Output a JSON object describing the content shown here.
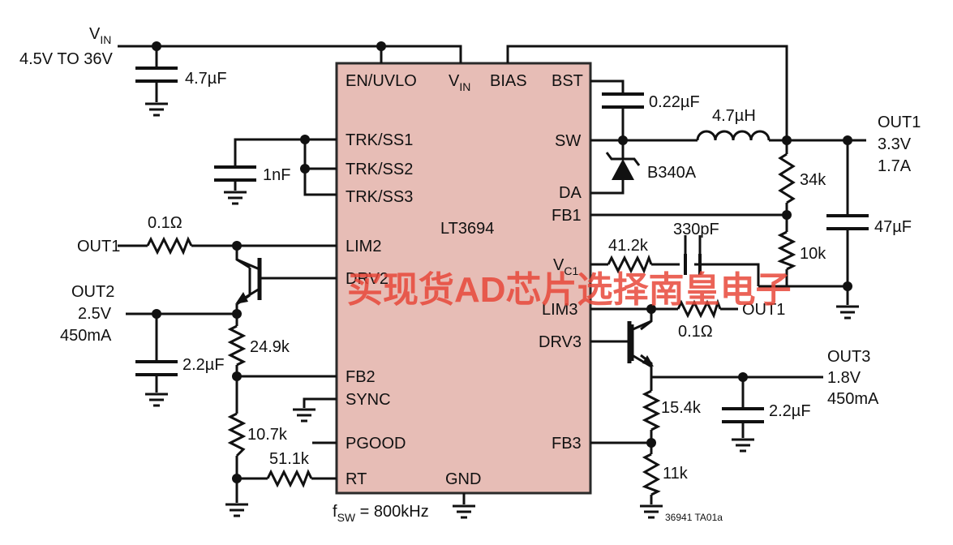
{
  "colors": {
    "ic_fill": "#e7bdb6",
    "ic_stroke": "#2a2a2a",
    "wire": "#111111",
    "watermark": "#e8483a"
  },
  "vin": {
    "label_main": "V",
    "label_sub": "IN",
    "range": "4.5V TO 36V",
    "cap": "4.7µF"
  },
  "ic": {
    "part": "LT3694",
    "pins_top": {
      "en": "EN/UVLO",
      "vin_main": "V",
      "vin_sub": "IN",
      "bias": "BIAS"
    },
    "pins_left": {
      "trk1": "TRK/SS1",
      "trk2": "TRK/SS2",
      "trk3": "TRK/SS3",
      "lim2": "LIM2",
      "drv2": "DRV2",
      "fb2": "FB2",
      "sync": "SYNC",
      "pgood": "PGOOD",
      "rt": "RT"
    },
    "pins_right": {
      "bst": "BST",
      "sw": "SW",
      "da": "DA",
      "fb1": "FB1",
      "vc_main": "V",
      "vc_sub": "C1",
      "lim3": "LIM3",
      "drv3": "DRV3",
      "fb3": "FB3"
    },
    "gnd": "GND"
  },
  "components": {
    "c_bst": "0.22µF",
    "inductor": "4.7µH",
    "diode": "B340A",
    "r_34k": "34k",
    "r_10k": "10k",
    "c_47u": "47µF",
    "r_412k": "41.2k",
    "c_330p": "330pF",
    "c_1n": "1nF",
    "r_lim2": "0.1Ω",
    "r_lim3": "0.1Ω",
    "r_249k": "24.9k",
    "c_out2": "2.2µF",
    "r_107k": "10.7k",
    "r_511k": "51.1k",
    "r_154k": "15.4k",
    "r_11k": "11k",
    "c_out3": "2.2µF"
  },
  "outputs": {
    "out1": {
      "name": "OUT1",
      "voltage": "3.3V",
      "current": "1.7A"
    },
    "out2": {
      "name": "OUT2",
      "voltage": "2.5V",
      "current": "450mA"
    },
    "out3": {
      "name": "OUT3",
      "voltage": "1.8V",
      "current": "450mA"
    }
  },
  "net_labels": {
    "lim2_in": "OUT1",
    "lim3_in": "OUT1"
  },
  "fsw": {
    "main": "f",
    "sub": "SW",
    "value": " = 800kHz"
  },
  "figure_code": "36941 TA01a",
  "watermark": "买现货AD芯片选择南皇电子"
}
